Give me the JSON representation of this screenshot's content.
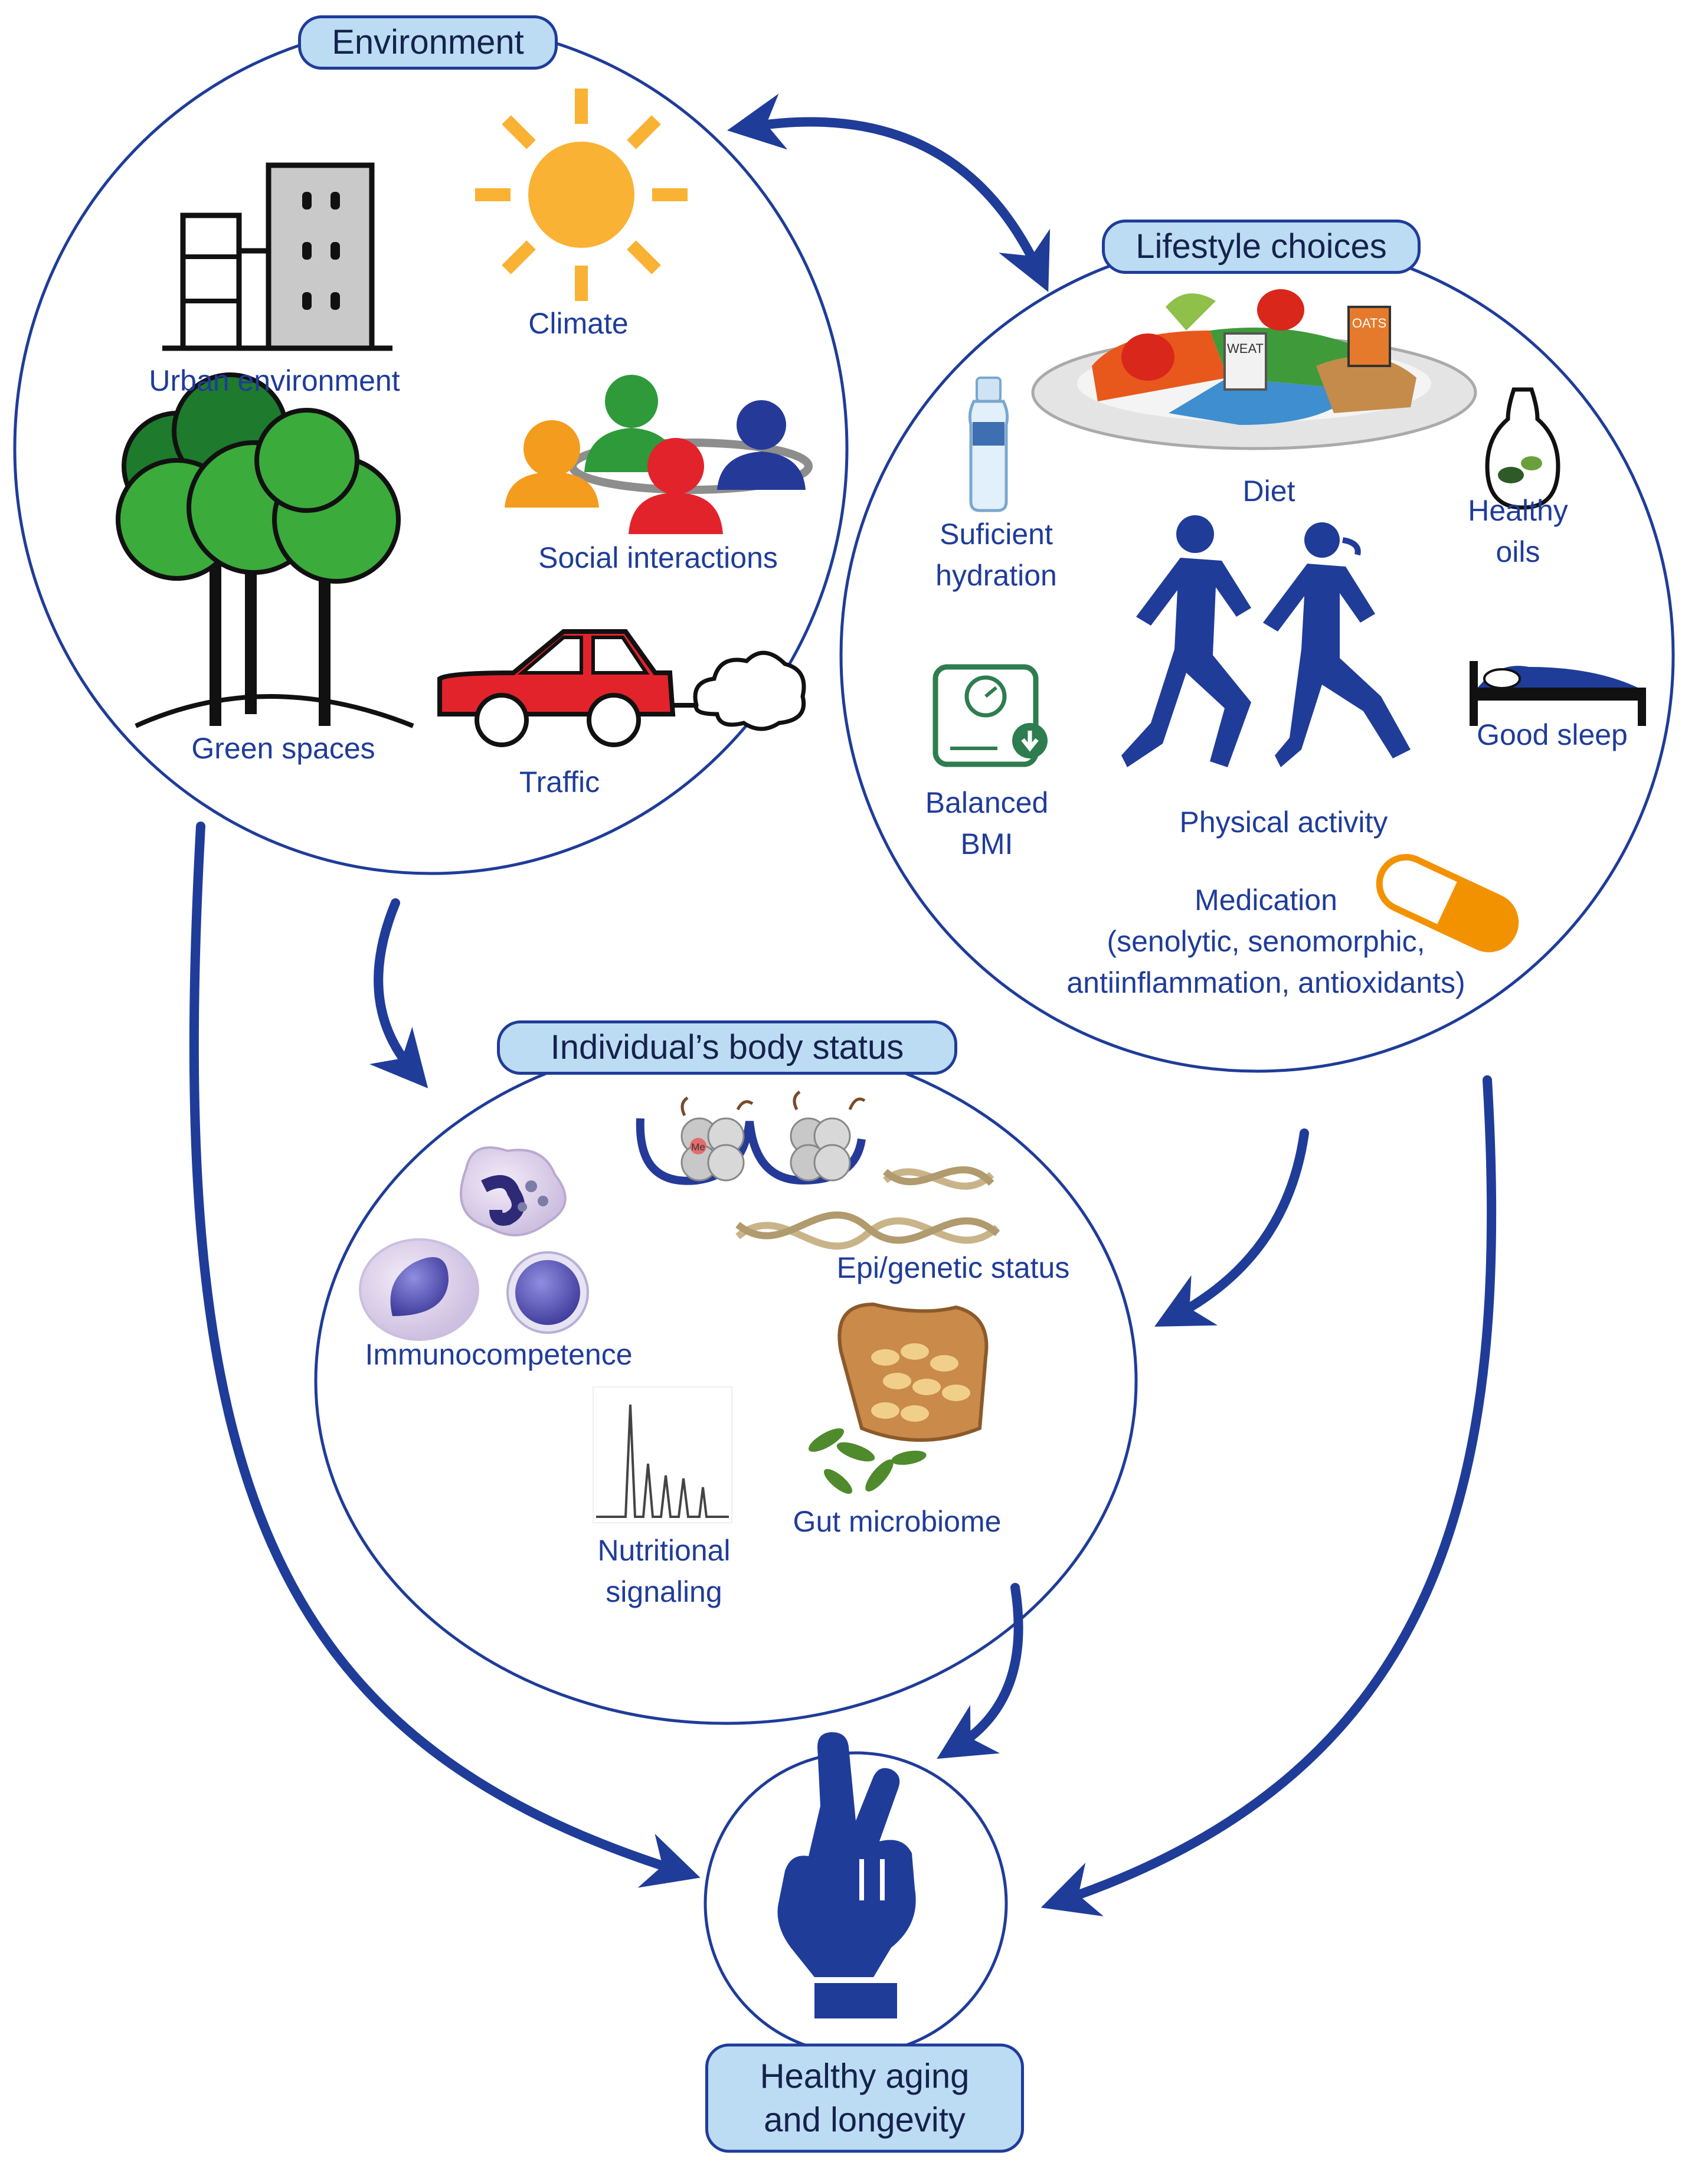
{
  "environment": {
    "title": "Environment",
    "items": {
      "urban": "Urban environment",
      "climate": "Climate",
      "social": "Social interactions",
      "green": "Green spaces",
      "traffic": "Traffic"
    }
  },
  "lifestyle": {
    "title": "Lifestyle choices",
    "items": {
      "diet": "Diet",
      "hydration": "Suficient\nhydration",
      "oils": "Healthy\noils",
      "bmi": "Balanced\nBMI",
      "activity": "Physical activity",
      "sleep": "Good sleep",
      "medication": "Medication\n(senolytic, senomorphic,\nantiinflammation, antioxidants)"
    },
    "food_tags": {
      "wheat": "WEAT",
      "oats": "OATS"
    }
  },
  "body": {
    "title": "Individual’s body status",
    "items": {
      "epigenetic": "Epi/genetic status",
      "immuno": "Immunocompetence",
      "nutritional": "Nutritional\nsignaling",
      "gut": "Gut microbiome"
    },
    "methyl_tag": "Me"
  },
  "outcome": {
    "title": "Healthy aging\nand longevity"
  },
  "colors": {
    "primary_blue": "#1f3c99",
    "pill_fill": "#bcdcf3",
    "sun": "#f9b233",
    "tree_green": "#3bab3b",
    "car_red": "#e3232b",
    "pill_orange": "#f39200",
    "bmi_green": "#2e7d4f"
  }
}
